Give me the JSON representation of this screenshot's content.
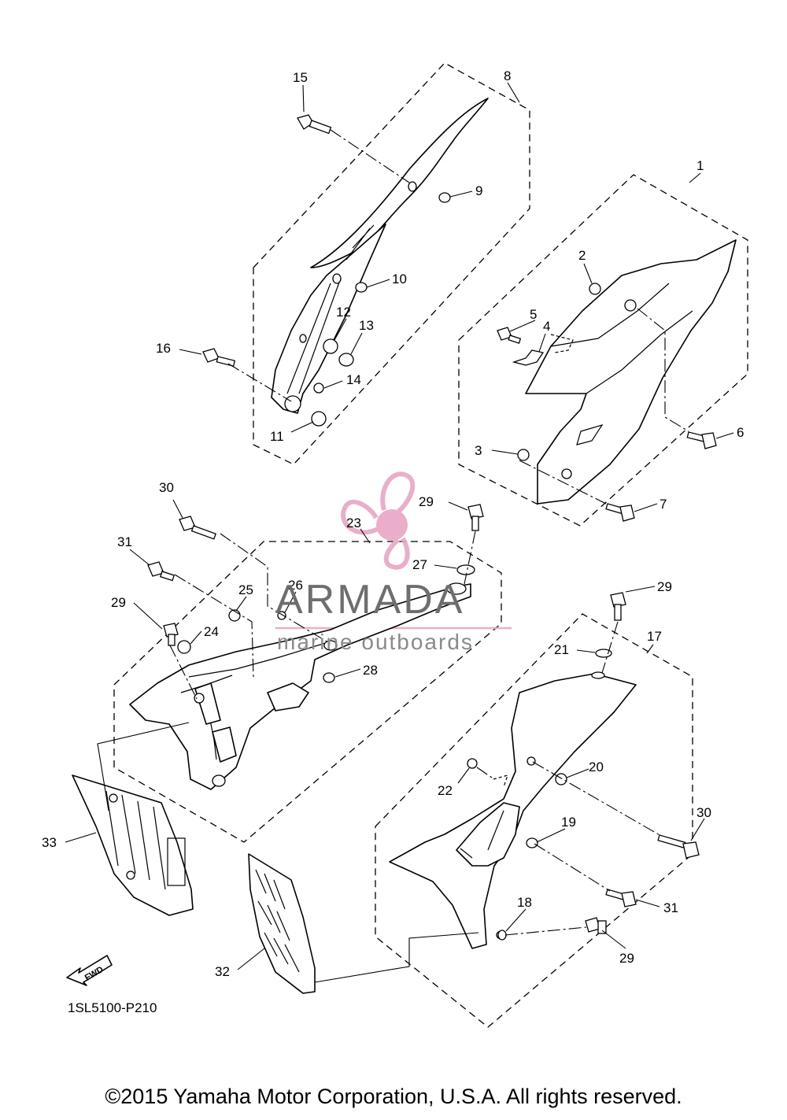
{
  "callouts": [
    "1",
    "2",
    "3",
    "4",
    "5",
    "6",
    "7",
    "8",
    "9",
    "10",
    "11",
    "12",
    "13",
    "14",
    "15",
    "16",
    "17",
    "18",
    "19",
    "20",
    "21",
    "22",
    "23",
    "24",
    "25",
    "26",
    "27",
    "28",
    "29",
    "29",
    "29",
    "29",
    "30",
    "30",
    "31",
    "31",
    "32",
    "33"
  ],
  "fwd_arrow_label": "FWD",
  "diagram_code": "1SL5100-P210",
  "watermark": {
    "name": "ARMADA",
    "tagline": "marine outboards",
    "color": "#e8a6c6"
  },
  "copyright": "©2015 Yamaha Motor Corporation, U.S.A. All rights reserved."
}
